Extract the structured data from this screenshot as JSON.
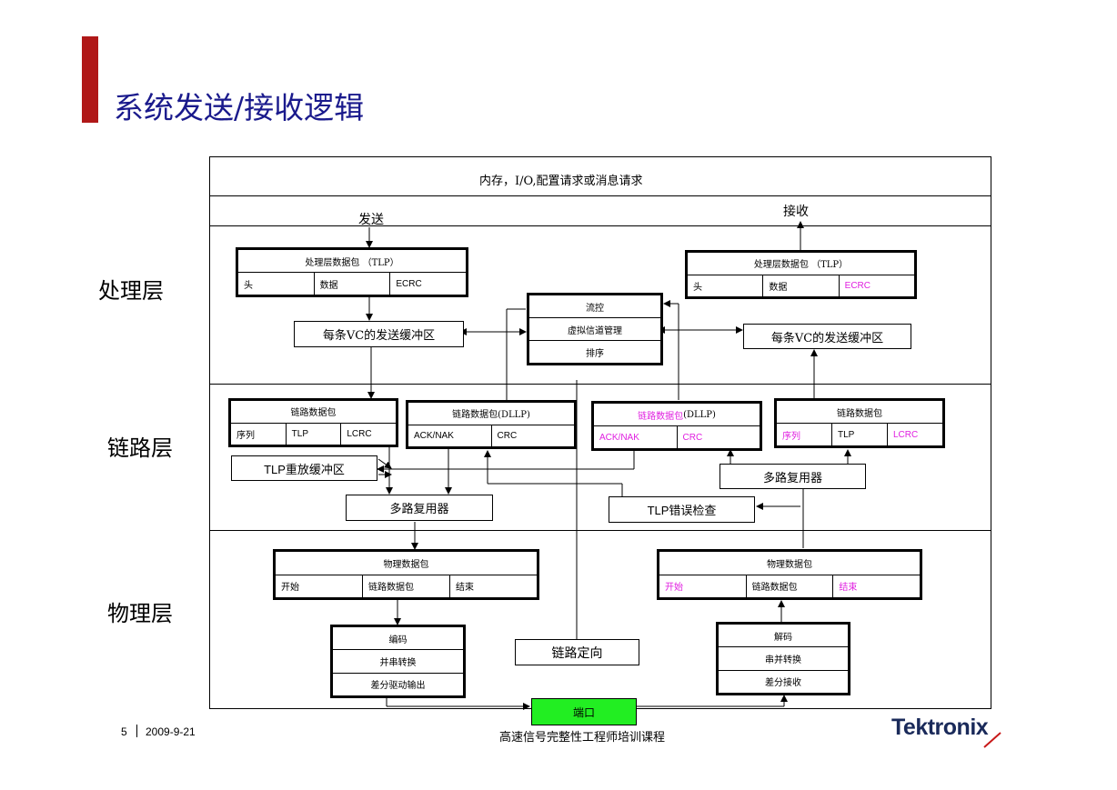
{
  "title": "系统发送/接收逻辑",
  "layers": {
    "transaction": "处理层",
    "link": "链路层",
    "physical": "物理层"
  },
  "top_band": {
    "request": "内存，I/O,配置请求或消息请求",
    "send": "发送",
    "receive": "接收"
  },
  "tx_tlp": {
    "header": "处理层数据包 （TLP）",
    "cells": [
      "头",
      "数据",
      "ECRC"
    ]
  },
  "rx_tlp": {
    "header": "处理层数据包 （TLP）",
    "cells": [
      "头",
      "数据",
      "ECRC"
    ]
  },
  "tx_vc_buffer": "每条VC的发送缓冲区",
  "rx_vc_buffer": "每条VC的发送缓冲区",
  "flow_control": [
    "流控",
    "虚拟信道管理",
    "排序"
  ],
  "tx_link_pkt": {
    "header": "链路数据包",
    "cells": [
      "序列",
      "TLP",
      "LCRC"
    ]
  },
  "tx_dllp": {
    "header": "链路数据包(DLLP)",
    "cells": [
      "ACK/NAK",
      "CRC"
    ]
  },
  "rx_dllp": {
    "header_a": "链路数据包",
    "header_b": " (DLLP)",
    "cells": [
      "ACK/NAK",
      "CRC"
    ]
  },
  "rx_link_pkt": {
    "header": "链路数据包",
    "cells": [
      "序列",
      "TLP",
      "LCRC"
    ]
  },
  "replay_buffer": "TLP重放缓冲区",
  "tx_mux": "多路复用器",
  "rx_demux": "多路复用器",
  "tlp_error_check": "TLP错误检查",
  "tx_phy_pkt": {
    "header": "物理数据包",
    "cells": [
      "开始",
      "链路数据包",
      "结束"
    ]
  },
  "rx_phy_pkt": {
    "header": "物理数据包",
    "cells": [
      "开始",
      "链路数据包",
      "结束"
    ]
  },
  "tx_phy_stack": [
    "编码",
    "并串转换",
    "差分驱动输出"
  ],
  "rx_phy_stack": [
    "解码",
    "串并转换",
    "差分接收"
  ],
  "link_training": "链路定向",
  "port": "端口",
  "colors": {
    "accent": "#b01818",
    "title": "#1a1a8c",
    "highlight": "#e020e0",
    "port": "#22ee22"
  },
  "footer": {
    "page": "5",
    "date": "2009-9-21",
    "course": "高速信号完整性工程师培训课程",
    "logo": "Tektronix"
  }
}
